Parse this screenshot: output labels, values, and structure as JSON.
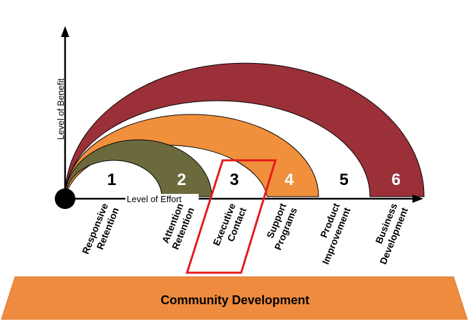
{
  "axes": {
    "y_label": "Level of Benefit",
    "x_label": "Level of Effort"
  },
  "stages": [
    {
      "number": "1",
      "line1": "Responsive",
      "line2": "Retention"
    },
    {
      "number": "2",
      "line1": "Attention",
      "line2": "Retention"
    },
    {
      "number": "3",
      "line1": "Executive",
      "line2": "Contact"
    },
    {
      "number": "4",
      "line1": "Support",
      "line2": "Programs"
    },
    {
      "number": "5",
      "line1": "Product",
      "line2": "Improvement"
    },
    {
      "number": "6",
      "line1": "Business",
      "line2": "Development"
    }
  ],
  "base": {
    "label": "Community Development"
  },
  "colors": {
    "arc_small": "#6b6a3d",
    "arc_medium": "#f08f3c",
    "arc_large": "#9b3039",
    "highlight": "#e51a1a",
    "base_fill": "#ee8b3f",
    "base_fill_dark": "#d8752a",
    "number_white": "#ffffff",
    "number_black": "#000000"
  }
}
